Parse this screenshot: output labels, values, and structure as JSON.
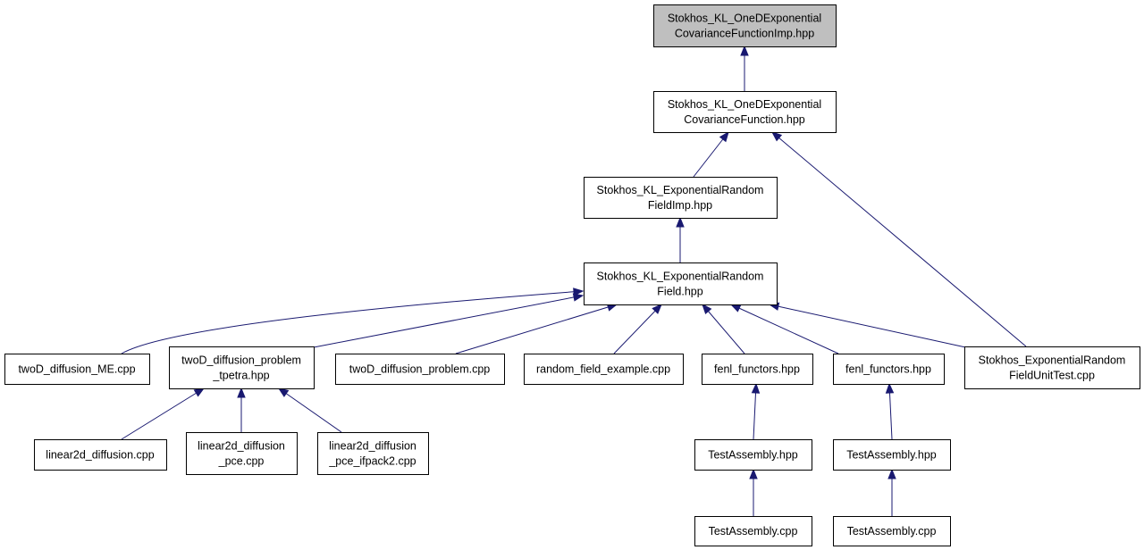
{
  "root": "n0",
  "nodes": [
    {
      "id": "n0",
      "lines": [
        "Stokhos_KL_OneDExponential",
        "CovarianceFunctionImp.hpp"
      ]
    },
    {
      "id": "n1",
      "lines": [
        "Stokhos_KL_OneDExponential",
        "CovarianceFunction.hpp"
      ]
    },
    {
      "id": "n2",
      "lines": [
        "Stokhos_KL_ExponentialRandom",
        "FieldImp.hpp"
      ]
    },
    {
      "id": "n3",
      "lines": [
        "Stokhos_KL_ExponentialRandom",
        "Field.hpp"
      ]
    },
    {
      "id": "n4",
      "lines": [
        "twoD_diffusion_ME.cpp"
      ]
    },
    {
      "id": "n5",
      "lines": [
        "twoD_diffusion_problem",
        "_tpetra.hpp"
      ]
    },
    {
      "id": "n6",
      "lines": [
        "twoD_diffusion_problem.cpp"
      ]
    },
    {
      "id": "n7",
      "lines": [
        "random_field_example.cpp"
      ]
    },
    {
      "id": "n8",
      "lines": [
        "fenl_functors.hpp"
      ]
    },
    {
      "id": "n9",
      "lines": [
        "fenl_functors.hpp"
      ]
    },
    {
      "id": "n10",
      "lines": [
        "Stokhos_ExponentialRandom",
        "FieldUnitTest.cpp"
      ]
    },
    {
      "id": "n11",
      "lines": [
        "linear2d_diffusion.cpp"
      ]
    },
    {
      "id": "n12",
      "lines": [
        "linear2d_diffusion",
        "_pce.cpp"
      ]
    },
    {
      "id": "n13",
      "lines": [
        "linear2d_diffusion",
        "_pce_ifpack2.cpp"
      ]
    },
    {
      "id": "n14",
      "lines": [
        "TestAssembly.hpp"
      ]
    },
    {
      "id": "n15",
      "lines": [
        "TestAssembly.hpp"
      ]
    },
    {
      "id": "n16",
      "lines": [
        "TestAssembly.cpp"
      ]
    },
    {
      "id": "n17",
      "lines": [
        "TestAssembly.cpp"
      ]
    }
  ],
  "edges": [
    {
      "from": "n1",
      "to": "n0"
    },
    {
      "from": "n2",
      "to": "n1"
    },
    {
      "from": "n10",
      "to": "n1"
    },
    {
      "from": "n3",
      "to": "n2"
    },
    {
      "from": "n4",
      "to": "n3"
    },
    {
      "from": "n5",
      "to": "n3"
    },
    {
      "from": "n6",
      "to": "n3"
    },
    {
      "from": "n7",
      "to": "n3"
    },
    {
      "from": "n8",
      "to": "n3"
    },
    {
      "from": "n9",
      "to": "n3"
    },
    {
      "from": "n10",
      "to": "n3"
    },
    {
      "from": "n11",
      "to": "n5"
    },
    {
      "from": "n12",
      "to": "n5"
    },
    {
      "from": "n13",
      "to": "n5"
    },
    {
      "from": "n14",
      "to": "n8"
    },
    {
      "from": "n15",
      "to": "n9"
    },
    {
      "from": "n16",
      "to": "n14"
    },
    {
      "from": "n17",
      "to": "n15"
    }
  ],
  "colors": {
    "edge": "#191970",
    "root_fill": "#bfbfbf",
    "node_fill": "#ffffff",
    "node_border": "#000000"
  }
}
